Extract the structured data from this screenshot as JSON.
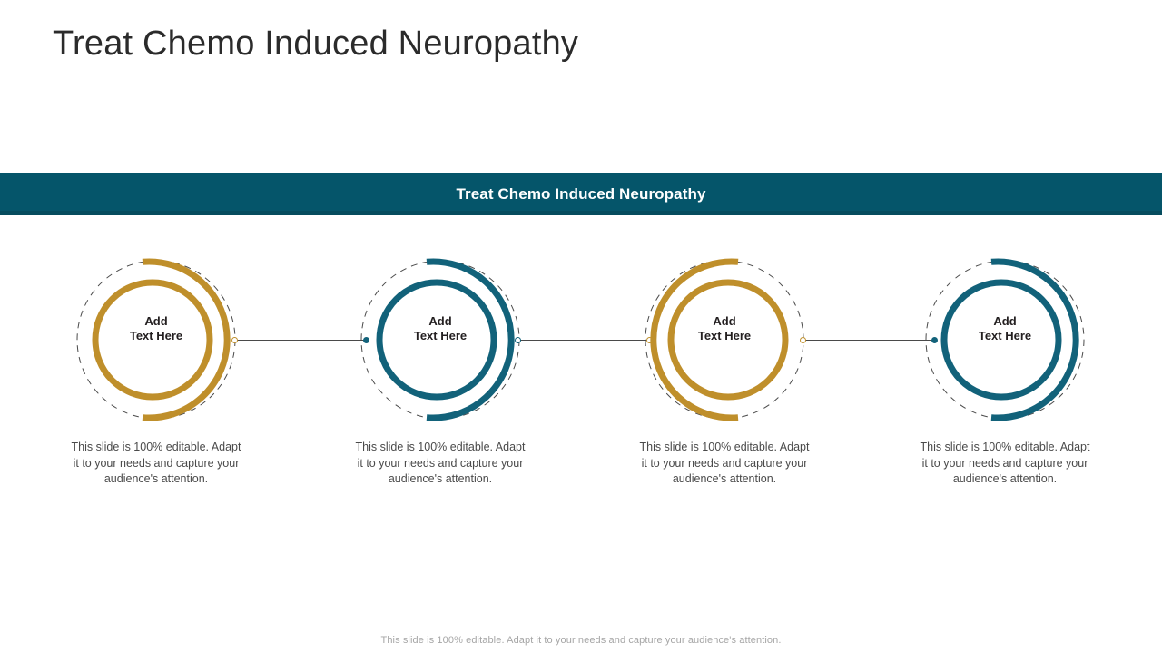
{
  "slide": {
    "title": "Treat Chemo Induced Neuropathy",
    "banner_title": "Treat Chemo Induced Neuropathy",
    "footer_note": "This slide is 100% editable. Adapt it to your needs and capture your audience's attention."
  },
  "colors": {
    "banner_bg": "#05556a",
    "banner_bg_shade": "#064c5e",
    "gold": "#bf8f2b",
    "teal": "#12627a",
    "title_text": "#2b2b2b",
    "body_text": "#4a4a4a",
    "center_text": "#231f20",
    "footer_text": "#a6a6a6",
    "dashed_stroke": "#4a4a4a"
  },
  "nodes": [
    {
      "center_line1": "Add",
      "center_line2": "Text Here",
      "description": "This slide is 100% editable. Adapt it to your needs and capture your audience's attention.",
      "accent": "#bf8f2b",
      "accent_name": "gold",
      "arc_side": "right"
    },
    {
      "center_line1": "Add",
      "center_line2": "Text Here",
      "description": "This slide is 100% editable. Adapt it to your needs and capture your audience's attention.",
      "accent": "#12627a",
      "accent_name": "teal",
      "arc_side": "right"
    },
    {
      "center_line1": "Add",
      "center_line2": "Text Here",
      "description": "This slide is 100% editable. Adapt it to your needs and capture your audience's attention.",
      "accent": "#bf8f2b",
      "accent_name": "gold",
      "arc_side": "left"
    },
    {
      "center_line1": "Add",
      "center_line2": "Text Here",
      "description": "This slide is 100% editable. Adapt it to your needs and capture your audience's attention.",
      "accent": "#12627a",
      "accent_name": "teal",
      "arc_side": "right"
    }
  ]
}
